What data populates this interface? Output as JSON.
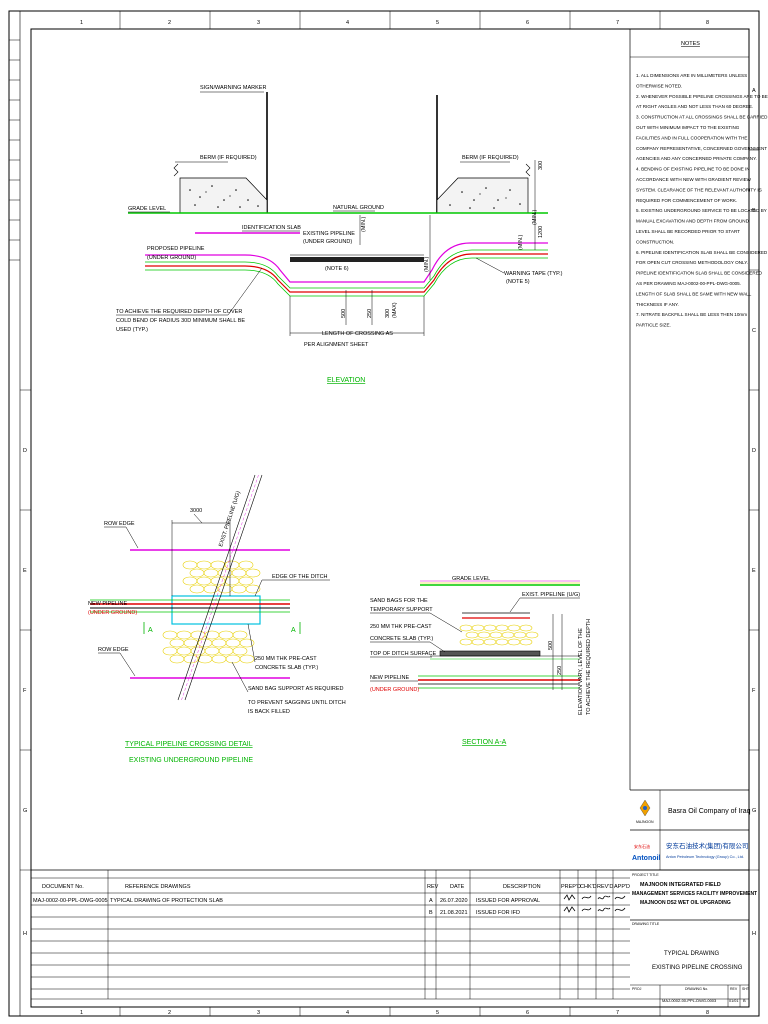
{
  "border": {
    "col_marks": [
      "1",
      "2",
      "3",
      "4",
      "5",
      "6",
      "7",
      "8"
    ],
    "row_marks": [
      "A",
      "B",
      "C",
      "D",
      "E",
      "F",
      "G",
      "H"
    ]
  },
  "notes": {
    "title": "NOTES",
    "lines": [
      "1.  ALL DIMENSIONS ARE IN MILLIMETERS UNLESS",
      "     OTHERWISE NOTED.",
      "2.  WHENEVER POSSIBLE PIPELINE CROSSINGS ARE TO BE",
      "     AT RIGHT ANGLES AND NOT LESS THAN 60 DEGREE.",
      "3.  CONSTRUCTION AT ALL CROSSINGS SHALL BE CARRIED",
      "     OUT WITH MINIMUM IMPACT TO THE EXISTING",
      "     FACILITIES AND IN FULL COOPERATION WITH THE",
      "     COMPANY REPRESENTATIVE, CONCERNED GOVERNMENT",
      "     AGENCIES AND ANY CONCERNED PRIVATE COMPANY.",
      "4.  BENDING OF EXISTING PIPELINE TO BE DONE IN",
      "     ACCORDANCE WITH NEW WITH GRADIENT REVIEW",
      "     SYSTEM. CLEARANCE OF THE RELEVANT AUTHORITY IS",
      "     REQUIRED FOR COMMENCEMENT OF WORK.",
      "5.  EXISTING UNDERGROUND SERVICE TO BE LOCATED BY",
      "     MANUAL EXCAVATION AND DEPTH FROM GROUND",
      "     LEVEL SHALL BE RECORDED PRIOR TO START",
      "     CONSTRUCTION.",
      "6.  PIPELINE IDENTIFICATION SLAB SHALL BE CONSIDERED",
      "     FOR OPEN CUT CROSSING METHODOLOGY ONLY.",
      "     PIPELINE IDENTIFICATION SLAB SHALL BE CONSIDERED",
      "     AS PER DRAWING MAJ-0002-00-PPL-DWG-0005.",
      "     LENGTH OF SLAB SHALL BE SAME WITH NEW WALL",
      "     THICKNESS IF ANY.",
      "7.  NITRATE BACKFILL SHALL BE LESS THEN 10mm",
      "     PARTICLE SIZE."
    ]
  },
  "elevation": {
    "title": "ELEVATION",
    "label_sign": "SIGN/WARNING MARKER",
    "label_berm_left": "BERM (IF REQUIRED)",
    "label_berm_right": "BERM (IF REQUIRED)",
    "label_grade": "GRADE LEVEL",
    "label_natural": "NATURAL GROUND",
    "label_id_slab": "IDENTIFICATION SLAB",
    "label_existing_1": "EXISTING PIPELINE",
    "label_existing_2": "(UNDER GROUND)",
    "label_proposed_1": "PROPOSED PIPELINE",
    "label_proposed_2": "(UNDER GROUND)",
    "label_note6": "(NOTE 6)",
    "label_warning_1": "WARNING TAPE (TYP.)",
    "label_warning_2": "(NOTE 5)",
    "label_depth_1": "TO ACHIEVE THE REQUIRED DEPTH OF COVER",
    "label_depth_2": "COLD BEND OF RADIUS 30D MINIMUM SHALL BE",
    "label_depth_3": "USED (TYP.)",
    "label_len_1": "LENGTH OF CROSSING AS",
    "label_len_2": "PER ALIGNMENT SHEET",
    "dim_300": "300",
    "dim_min": "(MIN.)",
    "dim_1200": "1200",
    "dim_500": "500",
    "dim_250": "250",
    "dim_300b": "300",
    "dim_max": "(MAX)"
  },
  "plan": {
    "title_1": "TYPICAL PIPELINE CROSSING DETAIL",
    "title_2": "EXISTING UNDERGROUND PIPELINE",
    "dim": "3000",
    "label_row_top": "ROW EDGE",
    "label_row_bottom": "ROW EDGE",
    "label_new_1": "NEW PIPELINE",
    "label_new_2": "(UNDER GROUND)",
    "label_ditch": "EDGE OF THE DITCH",
    "label_exist": "EXIST. PIPELINE (U/G)",
    "label_slab_1": "250 MM THK PRE-CAST",
    "label_slab_2": "CONCRETE SLAB (TYP.)",
    "label_sand_1": "SAND BAG SUPPORT AS REQUIRED",
    "label_sand_2": "TO PREVENT SAGGING UNTIL DITCH",
    "label_sand_3": "IS BACK FILLED",
    "section_mark": "A"
  },
  "section": {
    "title": "SECTION A-A",
    "label_grade": "GRADE LEVEL",
    "label_exist": "EXIST. PIPELINE (U/G)",
    "label_sand_1": "SAND BAGS FOR THE",
    "label_sand_2": "TEMPORARY SUPPORT",
    "label_slab_1": "250 MM THK PRE-CAST",
    "label_slab_2": "CONCRETE SLAB (TYP.)",
    "label_ditch": "TOP OF DITCH SURFACE",
    "label_new_1": "NEW PIPELINE",
    "label_new_2": "(UNDER GROUND)",
    "label_vert_1": "ELEVATION VARY, LEVEL OF THE",
    "label_vert_2": "TO ACHIEVE THE REQUIRED DEPTH",
    "dim_a": "500",
    "dim_b": "250"
  },
  "title_block": {
    "client_name": "Basra Oil Company of Iraq",
    "client_logo_text": "MAJNOON",
    "contractor_cn": "安东石油技术(集团)有限公司",
    "contractor_en": "Anton Petroleum Technology (Group) Co., Ltd.",
    "contractor_logo": "Antonoil",
    "project_label": "PROJECT TITLE",
    "project_1": "MAJNOON INTEGRATED FIELD",
    "project_2": "MANAGEMENT SERVICES FACILITY IMPROVEMENT",
    "project_3": "MAJNOON DS2 WET OIL UPGRADING",
    "drawing_label": "DRAWING TITLE",
    "drawing_1": "TYPICAL DRAWING",
    "drawing_2": "EXISTING PIPELINE CROSSING",
    "ref_headers": [
      "DOCUMENT No.",
      "REFERENCE DRAWINGS"
    ],
    "ref_row": [
      "MAJ-0002-00-PPL-DWG-0005",
      "TYPICAL DRAWING OF PROTECTION SLAB"
    ],
    "rev_headers": [
      "REV",
      "DATE",
      "DESCRIPTION",
      "PREP'D",
      "CHK'D",
      "REV'D",
      "APP'D"
    ],
    "rev_rows": [
      [
        "A",
        "26.07.2020",
        "ISSUED FOR APPROVAL"
      ],
      [
        "B",
        "21.08.2021",
        "ISSUED FOR IFD"
      ]
    ],
    "footer_labels": [
      "PROJ",
      "DRAWING No.",
      "REV",
      "SHT"
    ],
    "footer_values": [
      "MAJ-0002-00-PPL-DWG-0003",
      "01/01",
      "B"
    ]
  },
  "colors": {
    "grade": "#00c800",
    "row_edge": "#e000e0",
    "new_pipe": "#e00000",
    "slab_cyan": "#00c0e0",
    "label_green": "#00b400",
    "yellow": "#e8d000"
  }
}
